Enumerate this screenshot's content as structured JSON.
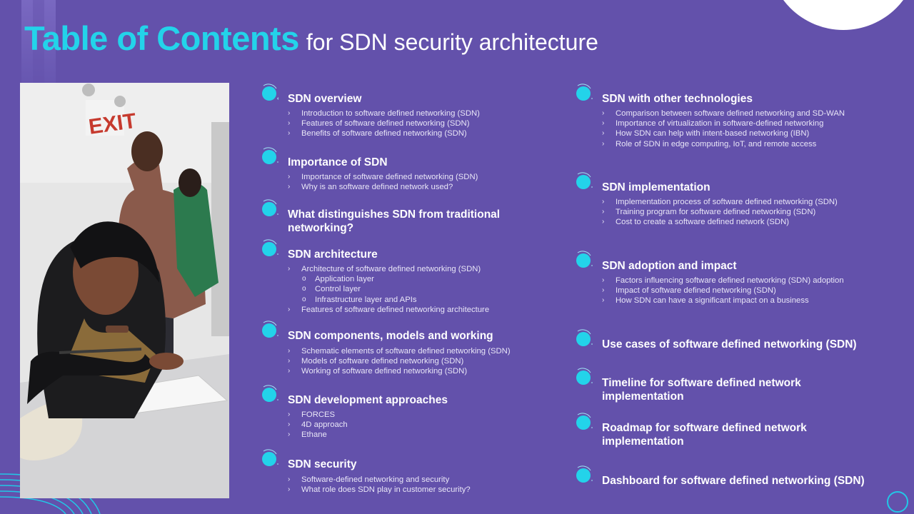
{
  "title": {
    "main": "Table of Contents",
    "sub": "for SDN security architecture"
  },
  "colors": {
    "background": "#6351ab",
    "accent": "#23d3ea",
    "text": "#ffffff"
  },
  "icons": {
    "bullet": "cyan-circle-arrow-icon",
    "photo": "person-writing-photo"
  },
  "sections": [
    {
      "heading": "SDN overview",
      "items": [
        {
          "text": "Introduction to software defined networking (SDN)"
        },
        {
          "text": "Features of software defined networking (SDN)"
        },
        {
          "text": "Benefits of software defined networking (SDN)"
        }
      ]
    },
    {
      "heading": "Importance of SDN",
      "items": [
        {
          "text": "Importance of software defined networking (SDN)"
        },
        {
          "text": "Why is an software defined network used?"
        }
      ]
    },
    {
      "heading": "What distinguishes SDN from traditional",
      "heading2": "networking?",
      "items": []
    },
    {
      "heading": "SDN architecture",
      "items": [
        {
          "text": "Architecture of software defined networking (SDN)"
        },
        {
          "text": "Application layer",
          "level": 2
        },
        {
          "text": "Control layer",
          "level": 2
        },
        {
          "text": "Infrastructure layer and APIs",
          "level": 2
        },
        {
          "text": "Features of software defined networking architecture"
        }
      ]
    },
    {
      "heading": "SDN components, models and working",
      "items": [
        {
          "text": "Schematic elements of software defined networking (SDN)"
        },
        {
          "text": "Models of software defined networking (SDN)"
        },
        {
          "text": "Working of software defined networking (SDN)"
        }
      ]
    },
    {
      "heading": "SDN development approaches",
      "items": [
        {
          "text": "FORCES"
        },
        {
          "text": "4D approach"
        },
        {
          "text": "Ethane"
        }
      ]
    },
    {
      "heading": "SDN security",
      "items": [
        {
          "text": "Software-defined networking and security"
        },
        {
          "text": "What role does SDN play in customer security?"
        }
      ]
    },
    {
      "heading": "SDN with other technologies",
      "items": [
        {
          "text": "Comparison between software defined networking and SD-WAN"
        },
        {
          "text": "Importance of virtualization in software-defined networking"
        },
        {
          "text": "How SDN can help with intent-based networking (IBN)"
        },
        {
          "text": "Role of SDN in edge computing, IoT, and remote access"
        }
      ]
    },
    {
      "heading": "SDN implementation",
      "items": [
        {
          "text": "Implementation process of software defined networking (SDN)"
        },
        {
          "text": "Training program for software defined networking (SDN)"
        },
        {
          "text": "Cost to create a software defined network (SDN)"
        }
      ]
    },
    {
      "heading": "SDN adoption and impact",
      "items": [
        {
          "text": "Factors influencing software defined networking (SDN) adoption"
        },
        {
          "text": "Impact of software defined networking (SDN)"
        },
        {
          "text": "How SDN can have a significant impact on a business"
        }
      ]
    },
    {
      "heading": "Use cases of software defined networking (SDN)",
      "items": []
    },
    {
      "heading": "Timeline for software defined network",
      "heading2": "implementation",
      "items": []
    },
    {
      "heading": "Roadmap for software defined network",
      "heading2": "implementation",
      "items": []
    },
    {
      "heading": "Dashboard for software defined networking (SDN)",
      "items": []
    }
  ]
}
